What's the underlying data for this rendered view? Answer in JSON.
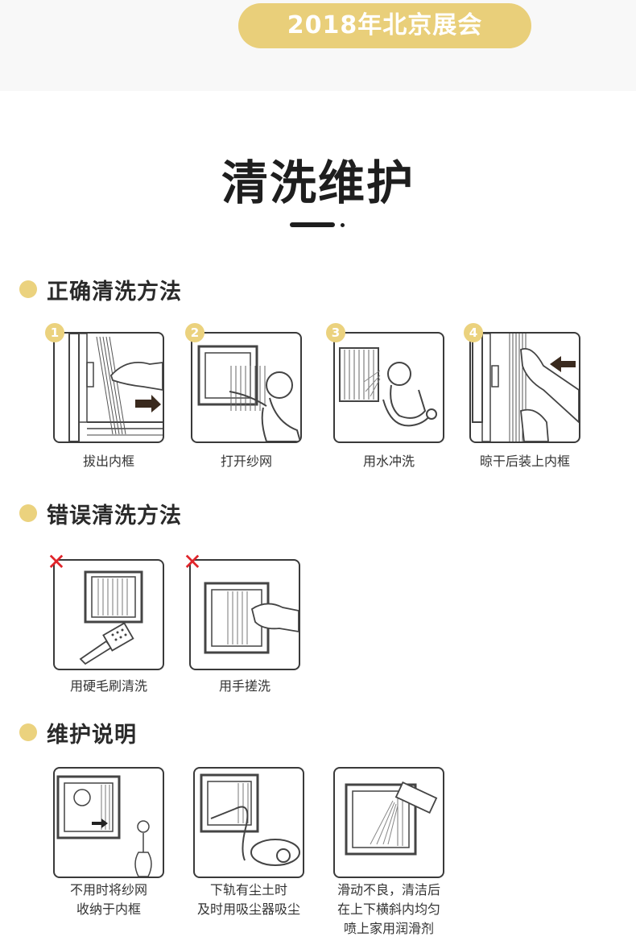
{
  "header": {
    "expo_label": "2018年北京展会"
  },
  "page": {
    "title": "清洗维护"
  },
  "sections": {
    "correct": {
      "label": "正确清洗方法",
      "steps": [
        {
          "badge": "1",
          "caption": "拔出内框",
          "icon": "pull-frame-icon"
        },
        {
          "badge": "2",
          "caption": "打开纱网",
          "icon": "open-screen-icon"
        },
        {
          "badge": "3",
          "caption": "用水冲洗",
          "icon": "water-rinse-icon"
        },
        {
          "badge": "4",
          "caption": "晾干后装上内框",
          "icon": "reinstall-frame-icon"
        }
      ]
    },
    "wrong": {
      "label": "错误清洗方法",
      "mark": "✕",
      "items": [
        {
          "caption": "用硬毛刷清洗",
          "icon": "hard-brush-icon"
        },
        {
          "caption": "用手搓洗",
          "icon": "hand-scrub-icon"
        }
      ]
    },
    "maintenance": {
      "label": "维护说明",
      "items": [
        {
          "line1": "不用时将纱网",
          "line2": "收纳于内框",
          "line3": "",
          "icon": "sun-window-icon"
        },
        {
          "line1": "下轨有尘土时",
          "line2": "及时用吸尘器吸尘",
          "line3": "",
          "icon": "vacuum-icon"
        },
        {
          "line1": "滑动不良，清洁后",
          "line2": "在上下横斜内均匀",
          "line3": "喷上家用润滑剂",
          "icon": "spray-lubricant-icon"
        }
      ]
    }
  },
  "colors": {
    "accent": "#ebd27e",
    "pill": "#e9cf7a",
    "error": "#e0242a",
    "ink": "#1e1e1e"
  }
}
